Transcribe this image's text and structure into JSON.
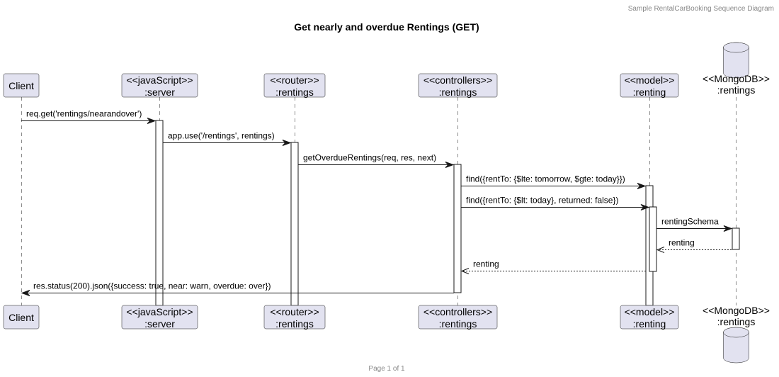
{
  "header": "Sample RentalCarBooking Sequence Diagram",
  "title": "Get nearly and overdue Rentings (GET)",
  "footer": "Page 1 of 1",
  "colors": {
    "participant_fill": "#E2E2F0",
    "line": "#181818",
    "activation_fill": "#FFFFFF"
  },
  "participants": [
    {
      "id": "client",
      "kind": "participant",
      "lines": [
        "Client"
      ]
    },
    {
      "id": "server",
      "kind": "participant",
      "lines": [
        "<<javaScript>>",
        ":server"
      ]
    },
    {
      "id": "router",
      "kind": "participant",
      "lines": [
        "<<router>>",
        ":rentings"
      ]
    },
    {
      "id": "controller",
      "kind": "participant",
      "lines": [
        "<<controllers>>",
        ":rentings"
      ]
    },
    {
      "id": "model",
      "kind": "participant",
      "lines": [
        "<<model>>",
        ":renting"
      ]
    },
    {
      "id": "db",
      "kind": "database",
      "icon": "database-icon",
      "lines": [
        "<<MongoDB>>",
        ":rentings"
      ]
    }
  ],
  "messages": [
    {
      "from": "client",
      "to": "server",
      "label": "req.get('rentings/nearandover')",
      "style": "solid"
    },
    {
      "from": "server",
      "to": "router",
      "label": "app.use('/rentings', rentings)",
      "style": "solid"
    },
    {
      "from": "router",
      "to": "controller",
      "label": "getOverdueRentings(req, res, next)",
      "style": "solid"
    },
    {
      "from": "controller",
      "to": "model",
      "label": "find({rentTo: {$lte: tomorrow, $gte: today}})",
      "style": "solid"
    },
    {
      "from": "controller",
      "to": "model",
      "label": "find({rentTo: {$lt: today}, returned: false})",
      "style": "solid"
    },
    {
      "from": "model",
      "to": "db",
      "label": "rentingSchema",
      "style": "solid"
    },
    {
      "from": "db",
      "to": "model",
      "label": "renting",
      "style": "dashed"
    },
    {
      "from": "model",
      "to": "controller",
      "label": "renting",
      "style": "dashed"
    },
    {
      "from": "controller",
      "to": "client",
      "label": "res.status(200).json({success: true, near: warn, overdue: over})",
      "style": "solid"
    }
  ]
}
